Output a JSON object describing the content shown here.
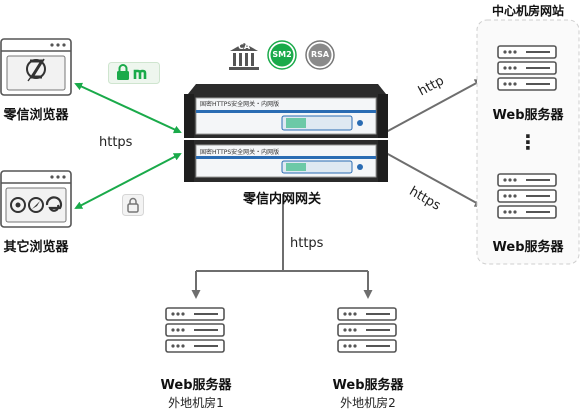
{
  "browsers": {
    "lingxin": {
      "label": "零信浏览器"
    },
    "other": {
      "label": "其它浏览器"
    }
  },
  "gateway": {
    "label": "零信内网网关",
    "badges": {
      "ca": "CA",
      "sm2": "SM2",
      "rsa": "RSA"
    },
    "unit_texts": {
      "unit1": "国密HTTPS安全网关・内网版",
      "unit2": "国密HTTPS安全网关・内网版"
    }
  },
  "protocols": {
    "browsers_left": "https",
    "to_center_top": "http",
    "to_center_bottom": "https",
    "to_remote": "https"
  },
  "center": {
    "title": "中心机房网站",
    "server_top": "Web服务器",
    "ellipsis": "⋮",
    "server_bottom": "Web服务器"
  },
  "remote": [
    {
      "server": "Web服务器",
      "room": "外地机房1"
    },
    {
      "server": "Web服务器",
      "room": "外地机房2"
    }
  ],
  "colors": {
    "green": "#1aaa4a",
    "gray_arrow": "#6e6e6e",
    "accent_blue": "#2a6cb3"
  }
}
